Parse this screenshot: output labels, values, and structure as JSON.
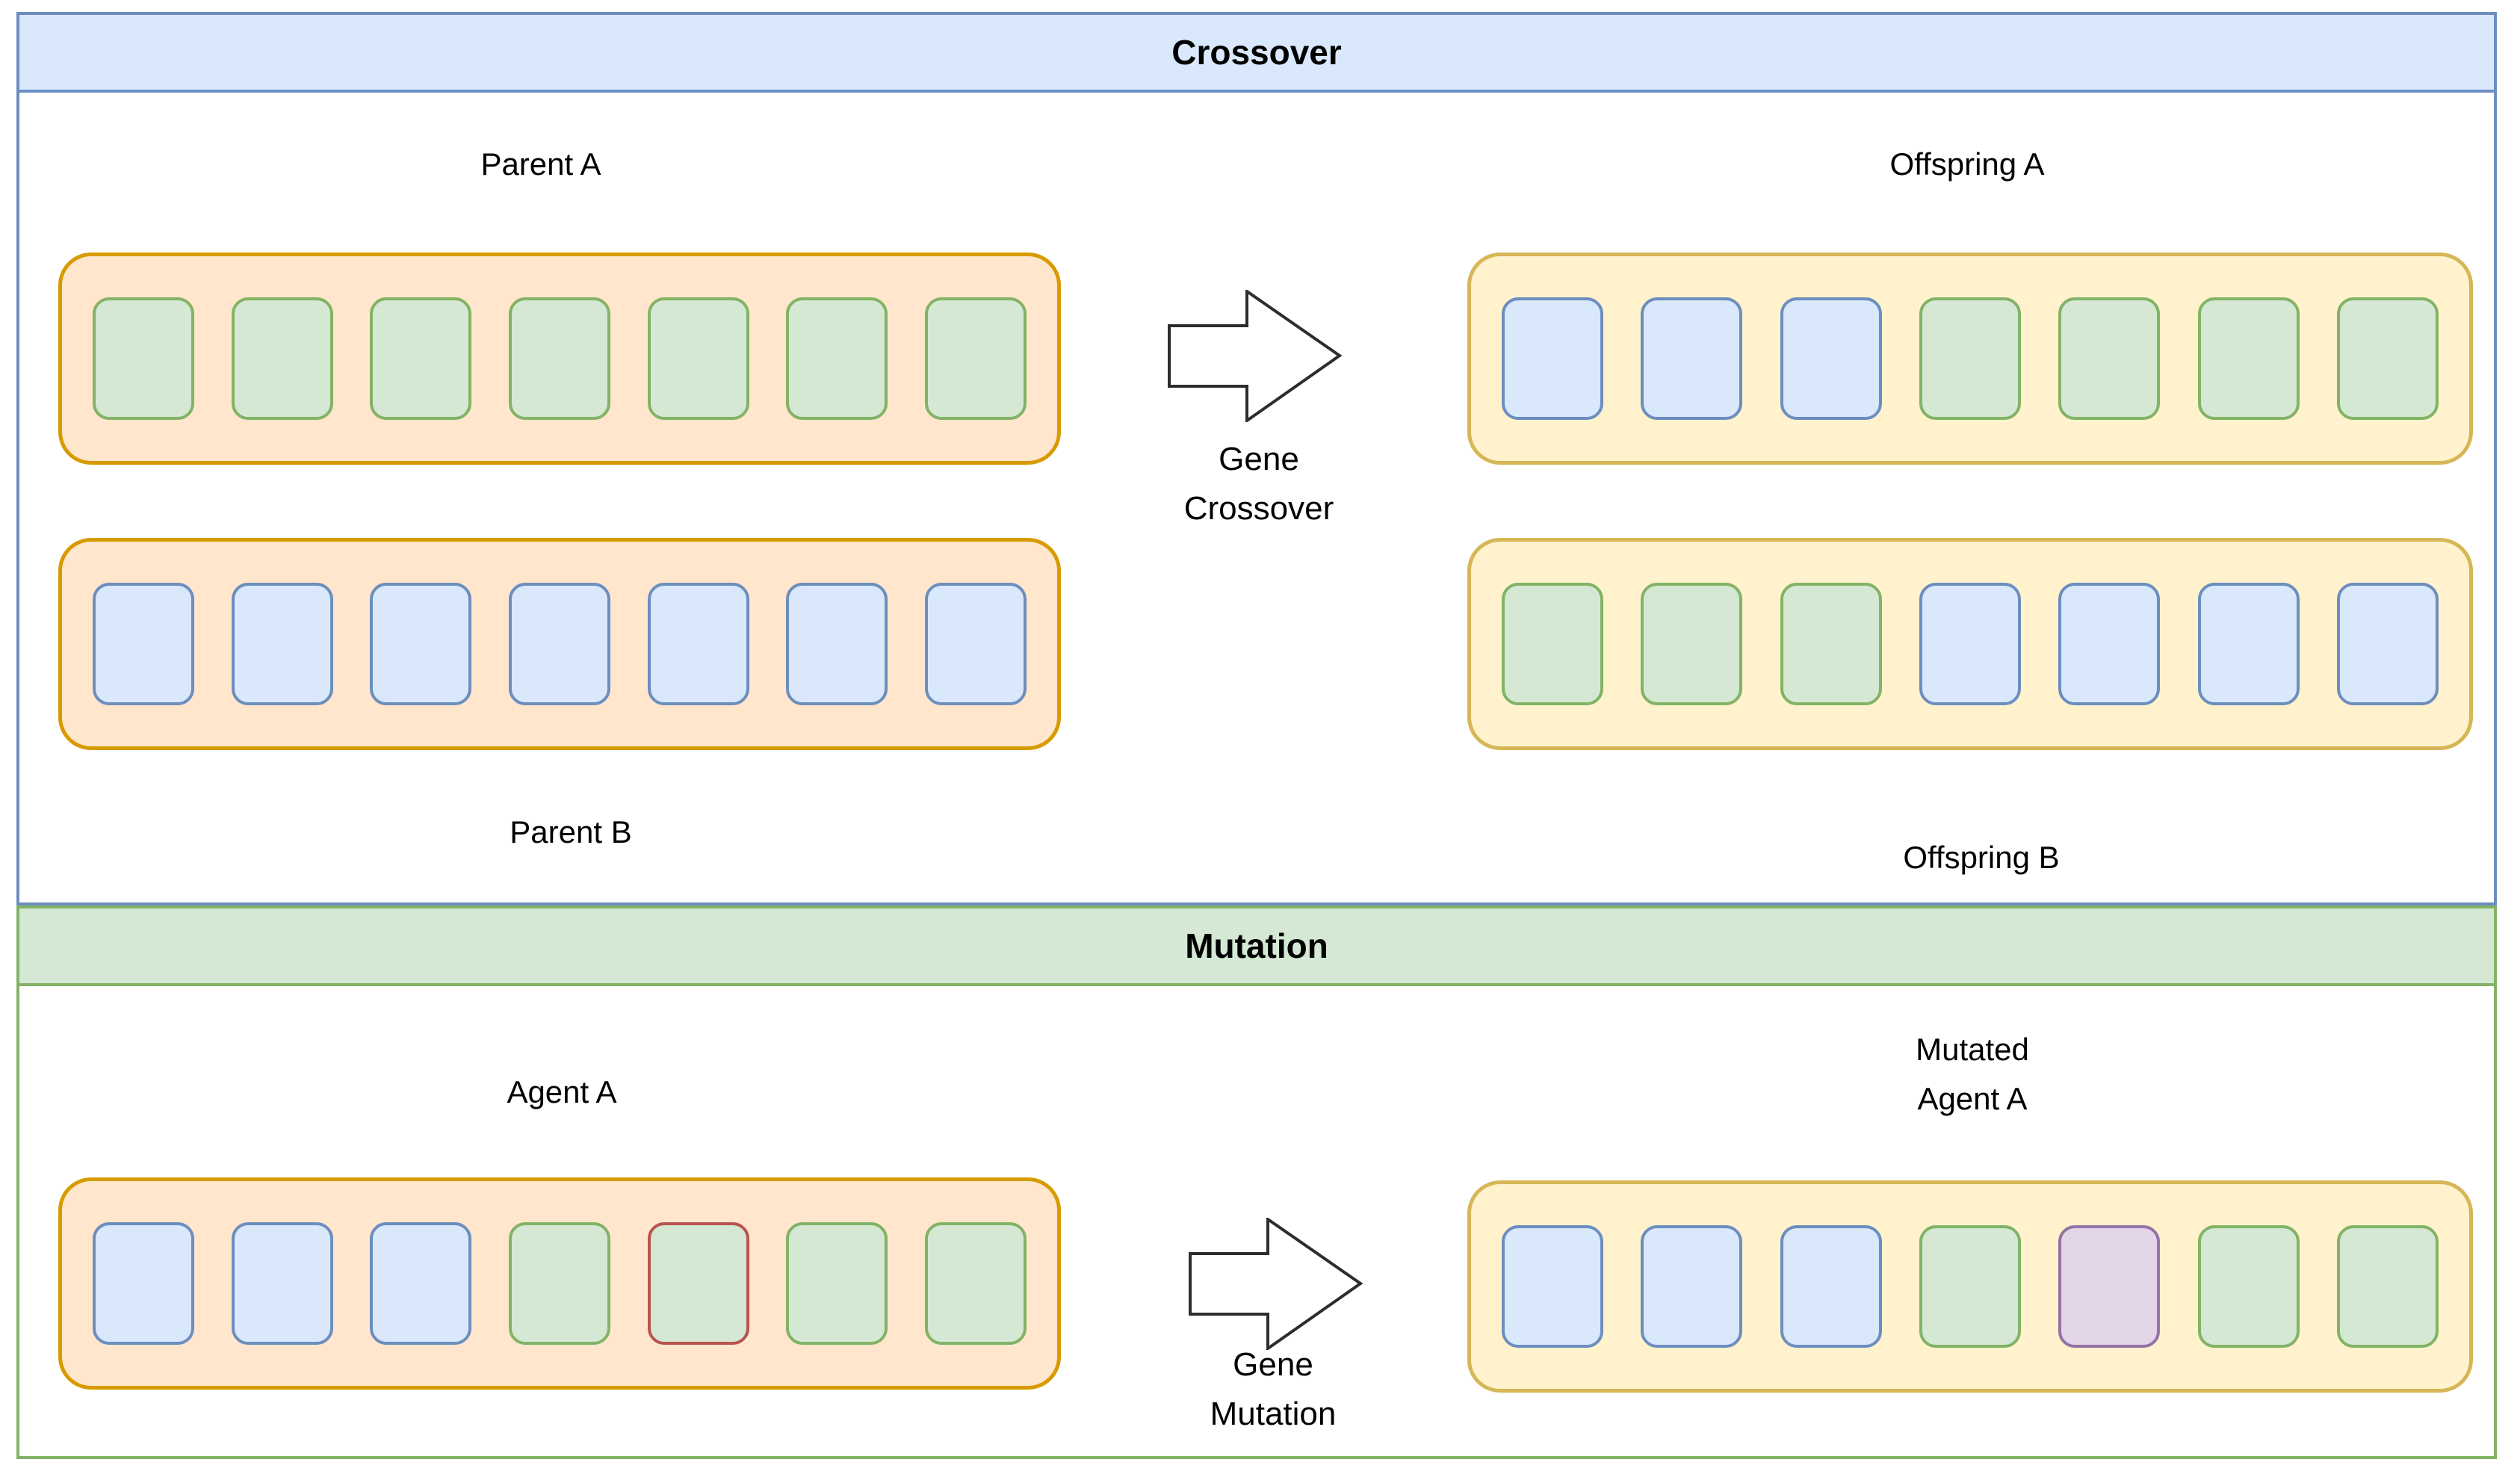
{
  "palette": {
    "blue_fill": "#dae8fc",
    "blue_stroke": "#6c8ebf",
    "green_fill": "#d5e8d4",
    "green_stroke": "#82b366",
    "orange_fill": "#ffe6cc",
    "orange_stroke": "#d79b00",
    "yellow_fill": "#fff2cc",
    "yellow_stroke": "#d6b656",
    "purple_fill": "#e1d5e7",
    "purple_stroke": "#9673a6",
    "red_stroke": "#b85450",
    "arrow_stroke": "#2d2d2d",
    "text": "#000000"
  },
  "crossover": {
    "title": "Crossover",
    "parent_a_label": "Parent A",
    "parent_b_label": "Parent B",
    "offspring_a_label": "Offspring A",
    "offspring_b_label": "Offspring B",
    "arrow_label_line1": "Gene",
    "arrow_label_line2": "Crossover",
    "parent_a_genes": [
      "green",
      "green",
      "green",
      "green",
      "green",
      "green",
      "green"
    ],
    "parent_b_genes": [
      "blue",
      "blue",
      "blue",
      "blue",
      "blue",
      "blue",
      "blue"
    ],
    "offspring_a_genes": [
      "blue",
      "blue",
      "blue",
      "green",
      "green",
      "green",
      "green"
    ],
    "offspring_b_genes": [
      "green",
      "green",
      "green",
      "blue",
      "blue",
      "blue",
      "blue"
    ]
  },
  "mutation": {
    "title": "Mutation",
    "agent_a_label": "Agent A",
    "mutated_label_line1": "Mutated",
    "mutated_label_line2": "Agent A",
    "arrow_label_line1": "Gene",
    "arrow_label_line2": "Mutation",
    "agent_a_genes": [
      "blue",
      "blue",
      "blue",
      "green",
      "green-red-border",
      "green",
      "green"
    ],
    "mutated_agent_a_genes": [
      "blue",
      "blue",
      "blue",
      "green",
      "purple",
      "green",
      "green"
    ]
  }
}
